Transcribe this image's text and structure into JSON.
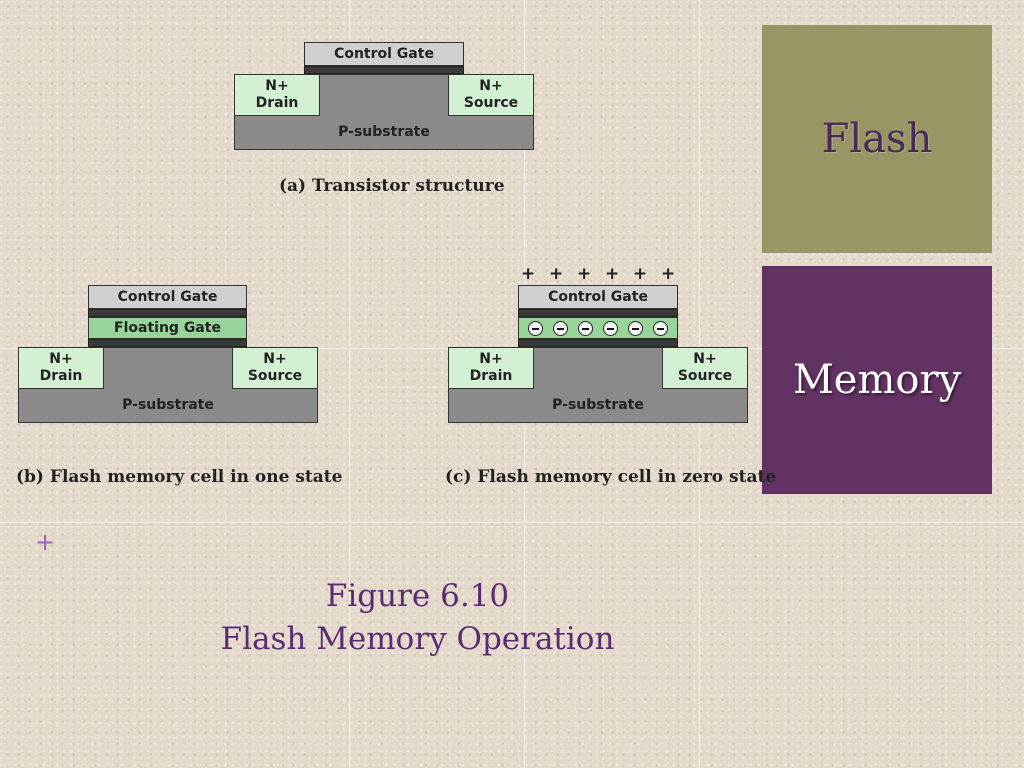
{
  "tiles": {
    "flash": "Flash",
    "memory": "Memory"
  },
  "bullet": "+",
  "figure": {
    "number": "Figure 6.10",
    "title": "Flash Memory Operation"
  },
  "diagram": {
    "a": {
      "control_gate": "Control Gate",
      "drain": [
        "N+",
        "Drain"
      ],
      "source": [
        "N+",
        "Source"
      ],
      "substrate": "P-substrate",
      "caption": "(a) Transistor structure"
    },
    "b": {
      "control_gate": "Control Gate",
      "floating_gate": "Floating Gate",
      "drain": [
        "N+",
        "Drain"
      ],
      "source": [
        "N+",
        "Source"
      ],
      "substrate": "P-substrate",
      "caption": "(b) Flash memory cell in one state"
    },
    "c": {
      "control_gate": "Control Gate",
      "drain": [
        "N+",
        "Drain"
      ],
      "source": [
        "N+",
        "Source"
      ],
      "substrate": "P-substrate",
      "caption": "(c) Flash memory cell in zero state",
      "charges": [
        "+",
        "+",
        "+",
        "+",
        "+",
        "+"
      ]
    }
  }
}
